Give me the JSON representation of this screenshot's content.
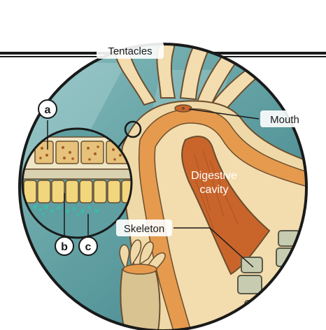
{
  "labels": {
    "tentacles": "Tentacles",
    "mouth": "Mouth",
    "digestive_line1": "Digestive",
    "digestive_line2": "cavity",
    "skeleton": "Skeleton",
    "a": "a",
    "b": "b",
    "c": "c"
  },
  "colors": {
    "background": "#6fa7a9",
    "tissue_outer": "#f0d9a8",
    "tissue_orange": "#e59a4e",
    "digestive": "#c9652b",
    "skeleton": "#c7ccb0",
    "cell_yellow": "#f2d67e",
    "zooxanthellae": "#a85a26",
    "sediment": "#3fb8a8"
  }
}
